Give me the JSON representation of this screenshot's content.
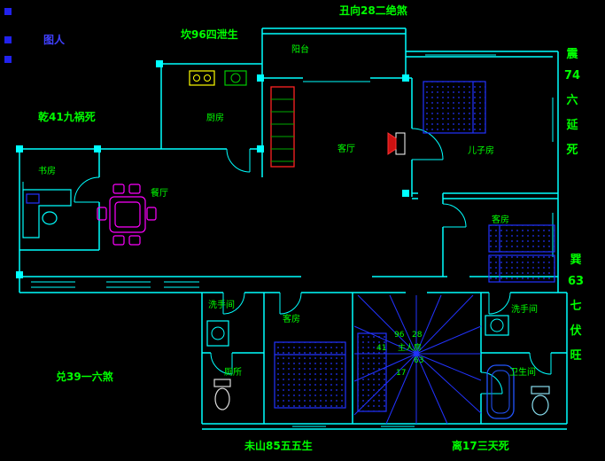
{
  "annotations": {
    "top_center": "丑向28二绝煞",
    "kan": "坎96四泄生",
    "qian": "乾41九祸死",
    "dui": "兑39一六煞",
    "wei": "未山85五五生",
    "li": "离17三天死",
    "tu_ren": "图人",
    "zhen_col": [
      "震",
      "74",
      "六",
      "延",
      "死"
    ],
    "xun_col": [
      "巽",
      "63",
      "七",
      "伏",
      "旺"
    ]
  },
  "rooms": {
    "balcony": "阳台",
    "kitchen": "厨房",
    "living": "客厅",
    "son_room": "儿子房",
    "study": "书房",
    "dining": "餐厅",
    "guest_room": "客房",
    "washroom_left": "洗手间",
    "bedroom2": "客房",
    "washroom_right": "洗手间",
    "toilet": "厕所",
    "bathroom": "卫生间",
    "master": "主人房"
  },
  "compass_numbers": {
    "n96": "96",
    "n28": "28",
    "n41": "41",
    "n63": "63",
    "n17": "17"
  },
  "colors": {
    "wall": "#00ffff",
    "text": "#00ff00",
    "furniture_blue": "#2233ff",
    "dining_magenta": "#ff00ff",
    "sofa_red": "#ff2222",
    "stove_yellow": "#ffff00",
    "background": "#000000"
  }
}
